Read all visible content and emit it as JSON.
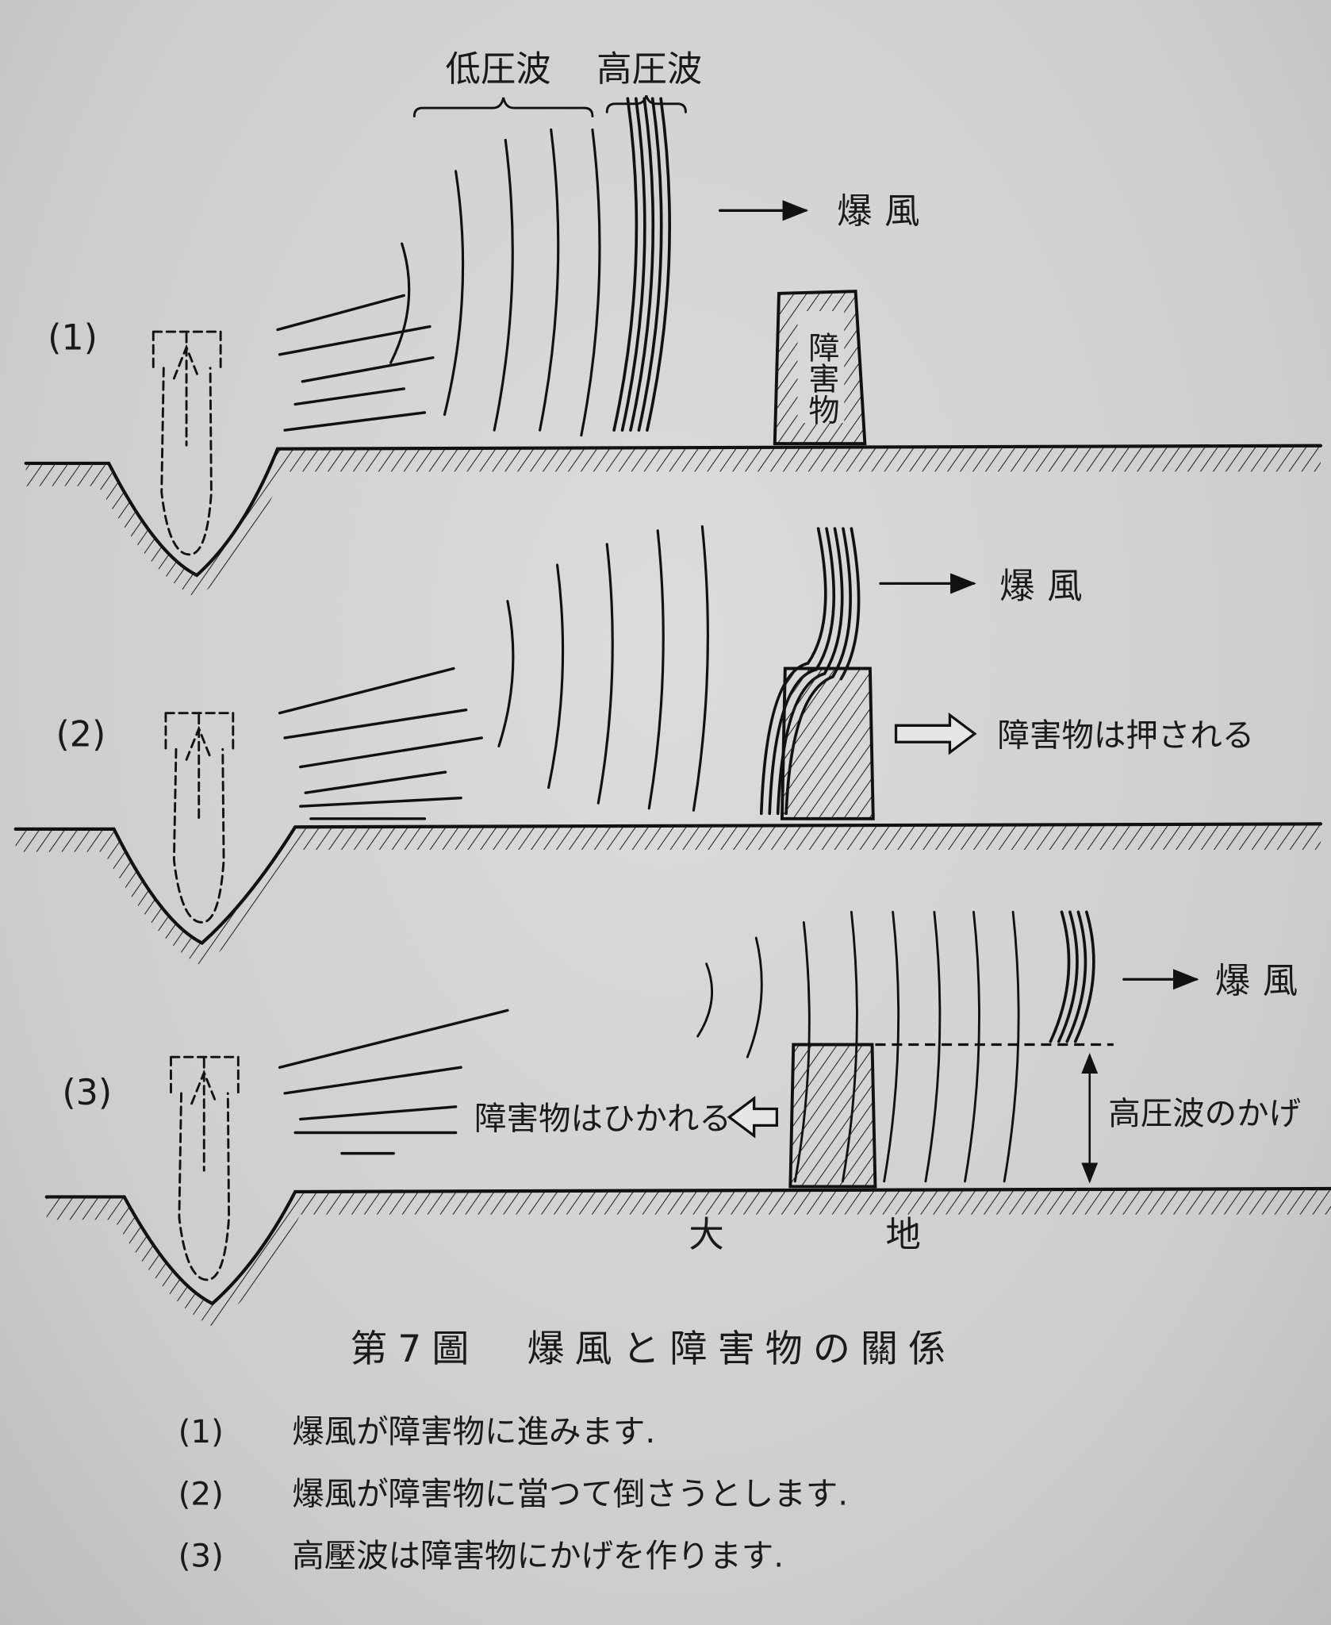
{
  "figure": {
    "title": "第7圖　爆風と障害物の關係",
    "panel_labels": [
      "(1)",
      "(2)",
      "(3)"
    ],
    "low_pressure_label": "低圧波",
    "high_pressure_label": "高圧波",
    "blast_label": "爆風",
    "obstacle_label": "障害物",
    "pushed_label": "障害物は押される",
    "pulled_label": "障害物はひかれる",
    "shadow_label": "高圧波のかげ",
    "ground_label_1": "大",
    "ground_label_2": "地"
  },
  "captions": [
    {
      "num": "(1)",
      "text": "爆風が障害物に進みます."
    },
    {
      "num": "(2)",
      "text": "爆風が障害物に當つて倒さうとします."
    },
    {
      "num": "(3)",
      "text": "高壓波は障害物にかげを作ります."
    }
  ]
}
